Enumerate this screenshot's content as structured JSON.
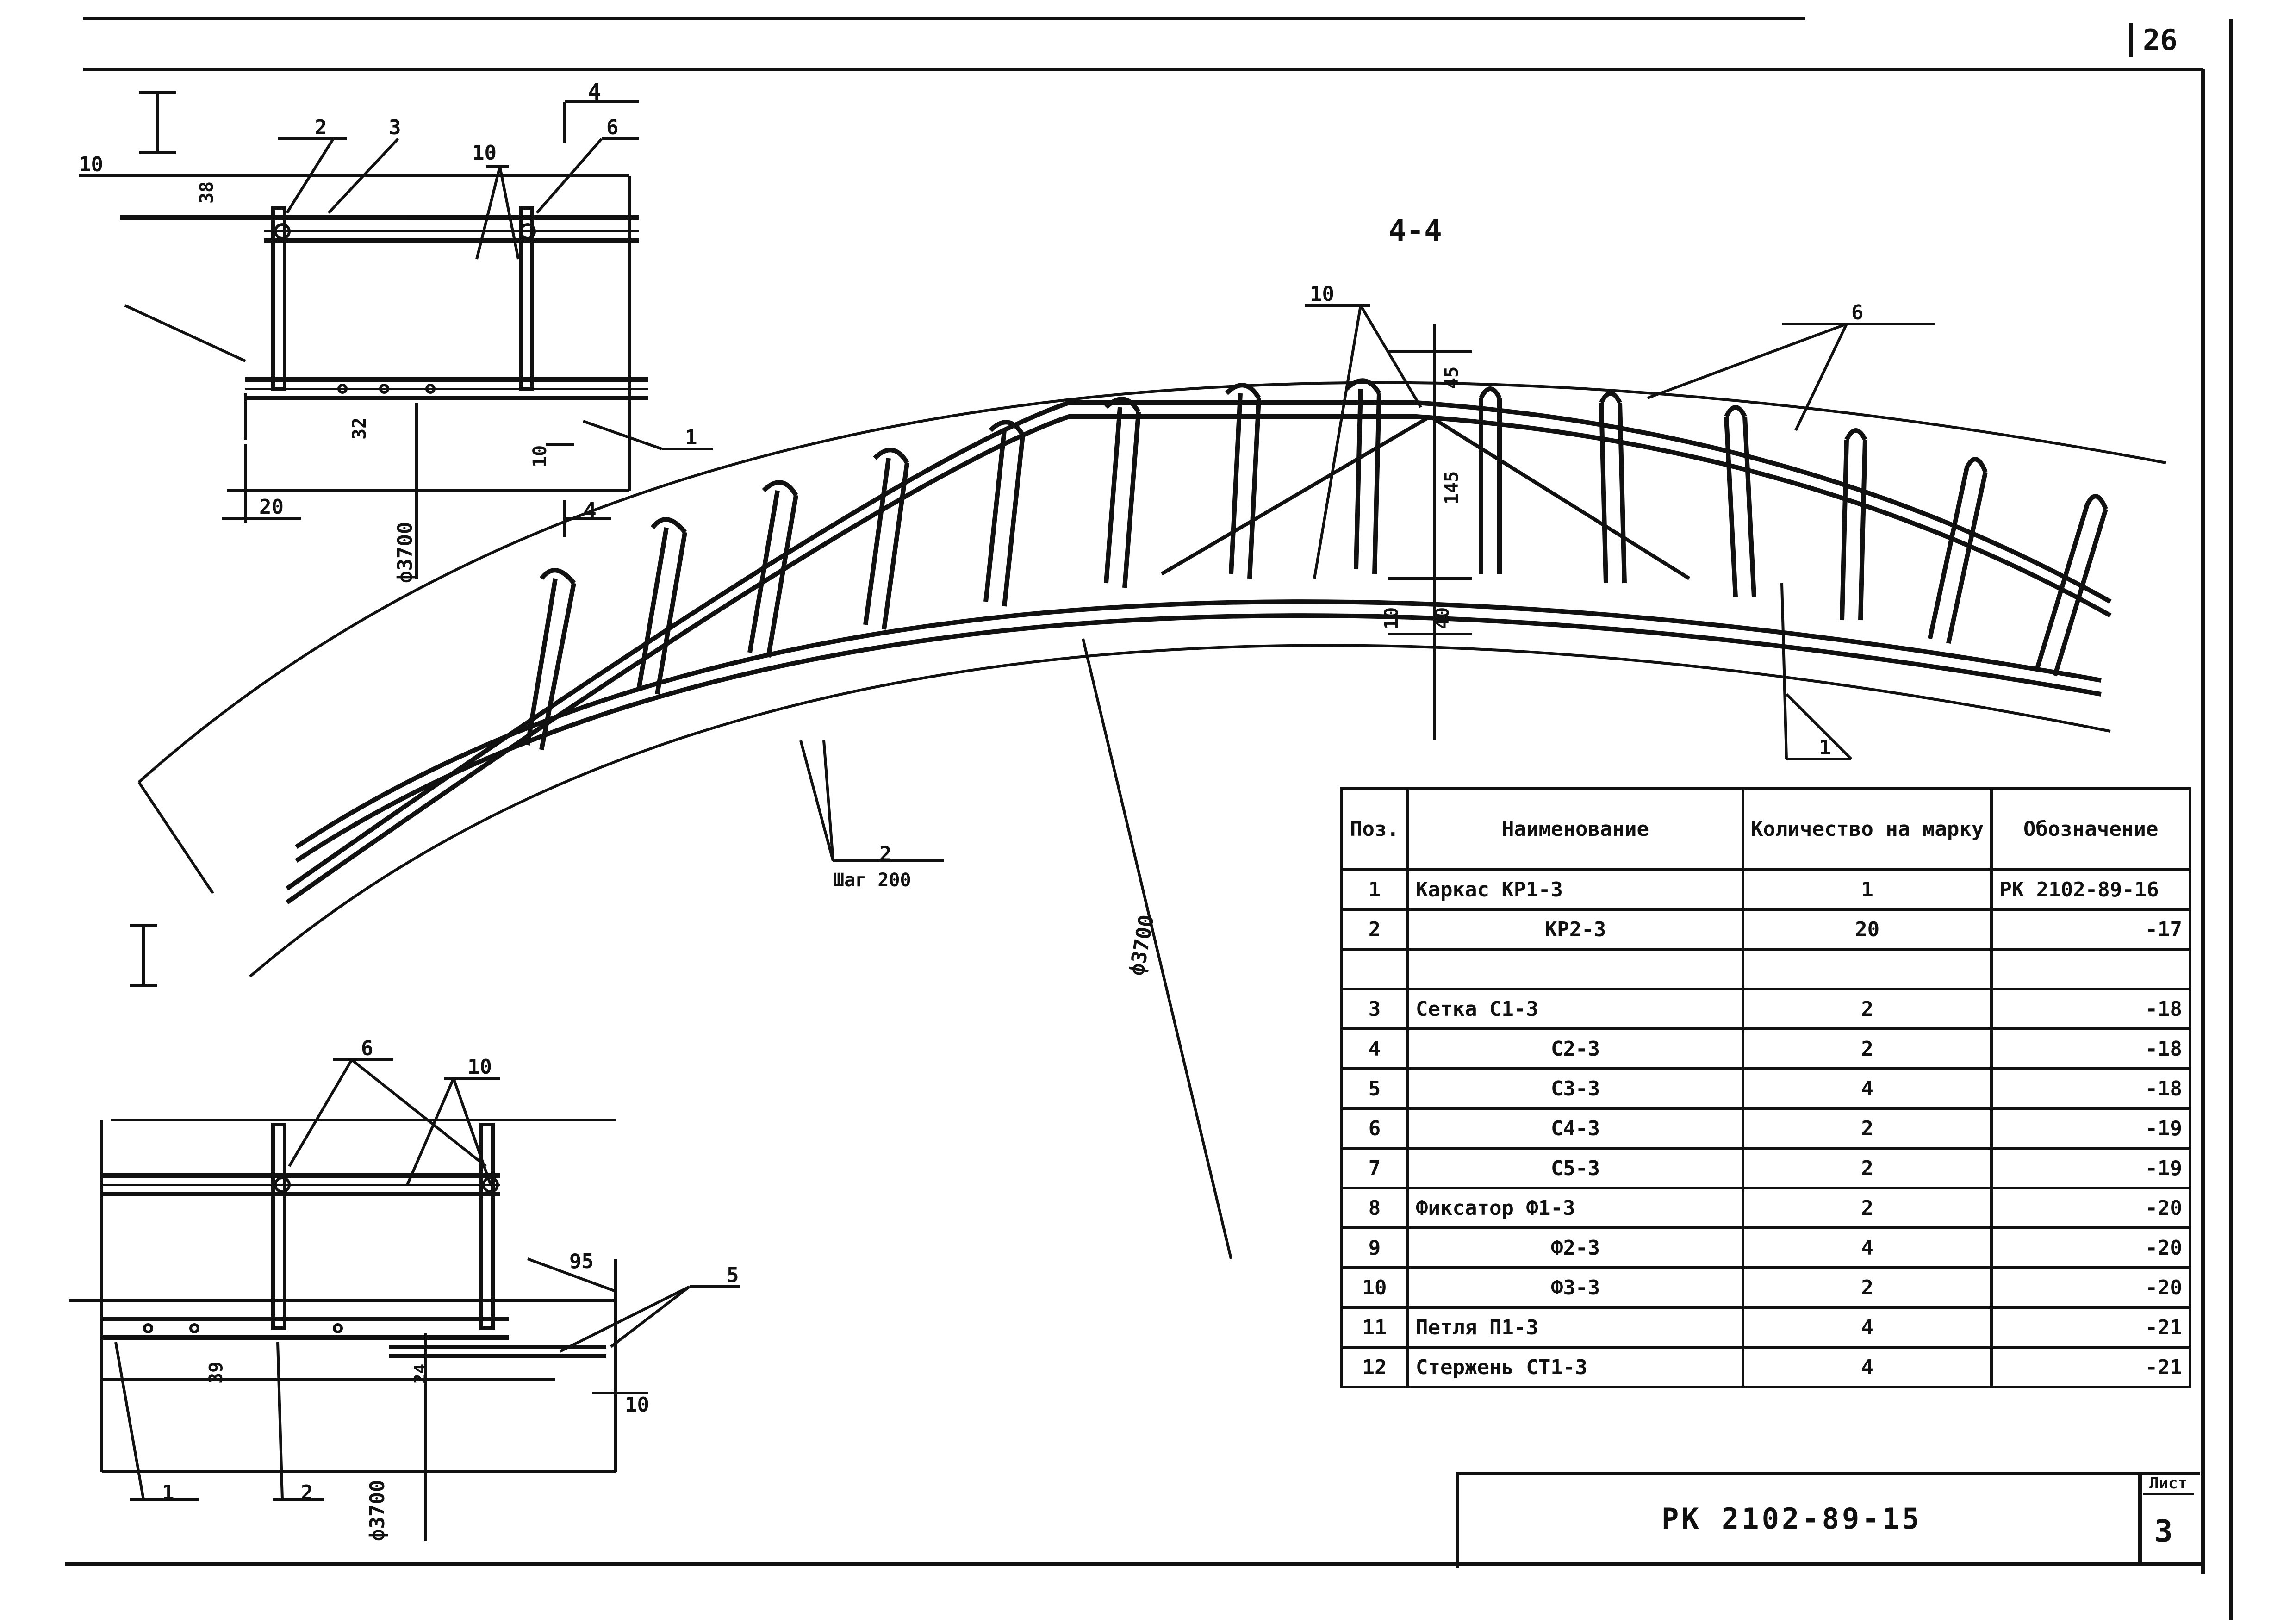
{
  "page_number": "26",
  "section_views": {
    "section_I_label": "I",
    "section_4_label": "4-4",
    "cut_mark_4": "4"
  },
  "dimensions": {
    "d10": "10",
    "d38": "38",
    "d32": "32",
    "d20": "20",
    "d45": "45",
    "d145": "145",
    "d40": "40",
    "d39": "39",
    "d24": "24",
    "d95": "95",
    "diameter": "ф3700"
  },
  "callouts": {
    "c1": "1",
    "c2": "2",
    "c3": "3",
    "c5": "5",
    "c6": "6",
    "c10": "10",
    "step": "Шаг 200"
  },
  "spec_table": {
    "headers": [
      "Поз.",
      "Наименование",
      "Количество на марку",
      "Обозначение"
    ],
    "rows": [
      {
        "pos": "1",
        "name": "Каркас  КР1-3",
        "qty": "1",
        "code": "РК 2102-89-16"
      },
      {
        "pos": "2",
        "name": "КР2-3",
        "qty": "20",
        "code": "-17"
      },
      {
        "pos": "",
        "name": "",
        "qty": "",
        "code": ""
      },
      {
        "pos": "3",
        "name": "Сетка  С1-3",
        "qty": "2",
        "code": "-18"
      },
      {
        "pos": "4",
        "name": "С2-3",
        "qty": "2",
        "code": "-18"
      },
      {
        "pos": "5",
        "name": "С3-3",
        "qty": "4",
        "code": "-18"
      },
      {
        "pos": "6",
        "name": "С4-3",
        "qty": "2",
        "code": "-19"
      },
      {
        "pos": "7",
        "name": "С5-3",
        "qty": "2",
        "code": "-19"
      },
      {
        "pos": "8",
        "name": "Фиксатор  Ф1-3",
        "qty": "2",
        "code": "-20"
      },
      {
        "pos": "9",
        "name": "Ф2-3",
        "qty": "4",
        "code": "-20"
      },
      {
        "pos": "10",
        "name": "Ф3-3",
        "qty": "2",
        "code": "-20"
      },
      {
        "pos": "11",
        "name": "Петля  П1-3",
        "qty": "4",
        "code": "-21"
      },
      {
        "pos": "12",
        "name": "Стержень  СТ1-3",
        "qty": "4",
        "code": "-21"
      }
    ]
  },
  "title_block": {
    "code": "РК 2102-89-15",
    "sheet_label": "Лист",
    "sheet_number": "3"
  }
}
